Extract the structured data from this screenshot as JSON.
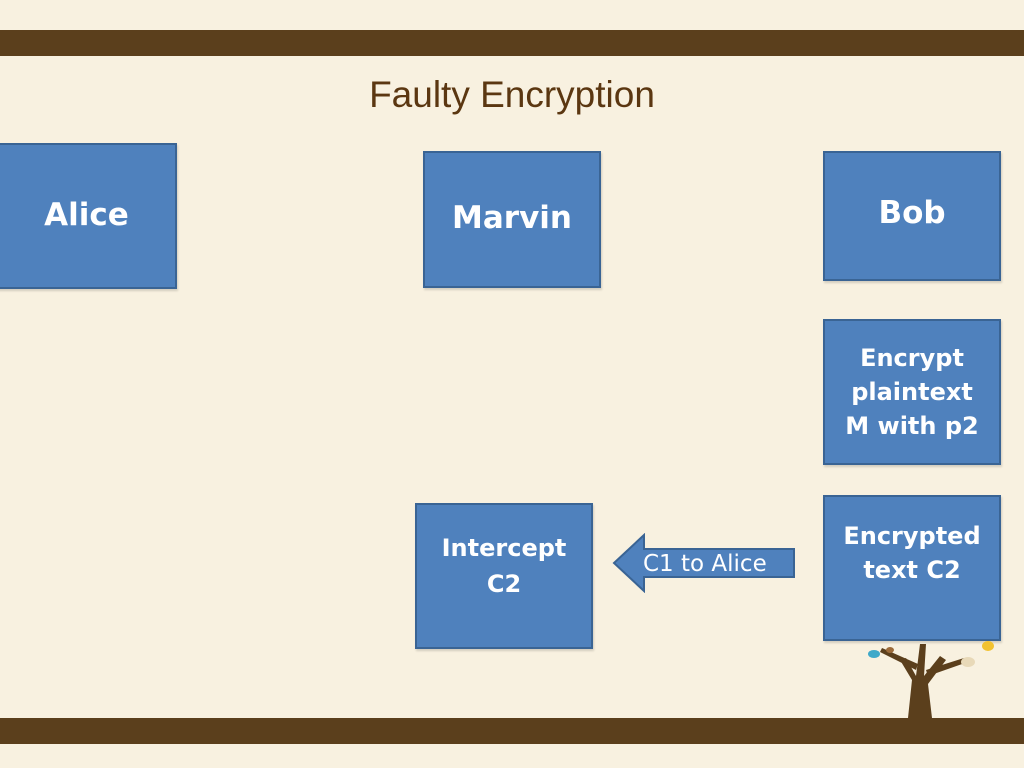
{
  "slide": {
    "title": "Faulty Encryption"
  },
  "parties": {
    "alice": "Alice",
    "marvin": "Marvin",
    "bob": "Bob"
  },
  "steps": {
    "encrypt": [
      "Encrypt",
      "plaintext",
      "M with p2"
    ],
    "encrypted": [
      "Encrypted",
      "text C2"
    ],
    "intercept": [
      "Intercept",
      "C2"
    ]
  },
  "arrow": {
    "label": "C1 to Alice",
    "direction": "left"
  },
  "colors": {
    "background": "#f8f1e0",
    "band": "#5b3f1c",
    "box_fill": "#4f81bd",
    "box_border": "#3a6494",
    "title": "#5b3711"
  }
}
